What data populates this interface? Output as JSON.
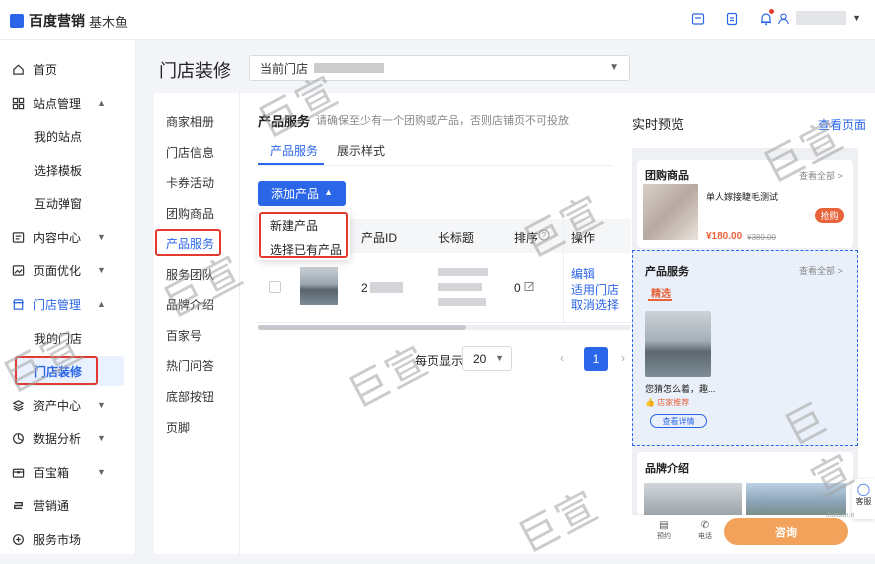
{
  "topbar": {
    "logo_text": "百度营销",
    "logo_sub": "基木鱼",
    "icons": [
      "message-icon",
      "clipboard-icon",
      "bell-icon",
      "user-icon"
    ]
  },
  "sidebar": {
    "items": [
      {
        "label": "首页",
        "icon": "home-icon"
      },
      {
        "label": "站点管理",
        "icon": "grid-icon",
        "expanded": true
      },
      {
        "label": "我的站点"
      },
      {
        "label": "选择模板"
      },
      {
        "label": "互动弹窗"
      },
      {
        "label": "内容中心",
        "icon": "content-icon"
      },
      {
        "label": "页面优化",
        "icon": "image-icon"
      },
      {
        "label": "门店管理",
        "icon": "store-icon",
        "expanded": true
      },
      {
        "label": "我的门店"
      },
      {
        "label": "门店装修"
      },
      {
        "label": "资产中心",
        "icon": "asset-icon"
      },
      {
        "label": "数据分析",
        "icon": "chart-icon"
      },
      {
        "label": "百宝箱",
        "icon": "box-icon"
      },
      {
        "label": "营销通",
        "icon": "link-icon"
      },
      {
        "label": "服务市场",
        "icon": "market-icon"
      }
    ]
  },
  "page": {
    "title": "门店装修",
    "store_label": "当前门店"
  },
  "subnav": [
    "商家相册",
    "门店信息",
    "卡券活动",
    "团购商品",
    "产品服务",
    "服务团队",
    "品牌介绍",
    "百家号",
    "热门问答",
    "底部按钮",
    "页脚"
  ],
  "product": {
    "section_title": "产品服务",
    "hint": "请确保至少有一个团购或产品，否则店铺页不可投放",
    "tabs": [
      "产品服务",
      "展示样式"
    ],
    "add_button": "添加产品",
    "dropdown": [
      "新建产品",
      "选择已有产品"
    ],
    "columns": [
      "产品ID",
      "长标题",
      "排序",
      "操作"
    ],
    "row": {
      "id_prefix": "2",
      "sort": "0",
      "ops": [
        "编辑",
        "适用门店",
        "取消选择"
      ]
    }
  },
  "pagination": {
    "per_page_label": "每页显示",
    "per_page": "20",
    "current": "1"
  },
  "preview": {
    "title": "实时预览",
    "view_link": "查看页面",
    "deal": {
      "title": "团购商品",
      "more": "查看全部 >",
      "name": "单人嫁接睫毛测试",
      "price": "¥180.00",
      "old_price": "¥380.00",
      "buy": "抢购"
    },
    "service": {
      "title": "产品服务",
      "more": "查看全部 >",
      "tag": "精选",
      "name": "您猜怎么着，趣...",
      "rec": "店家推荐",
      "detail_btn": "查看详情"
    },
    "brand_title": "品牌介绍",
    "bottom": {
      "book": "预约",
      "phone": "电话",
      "call": "咨询",
      "service": "客服"
    },
    "url_mark": "Juxuan.n"
  },
  "watermark": "巨宣",
  "colors": {
    "primary": "#2b66e8",
    "highlight": "#e23a2e",
    "price": "#e8623a",
    "call_btn": "#f2a25a"
  }
}
